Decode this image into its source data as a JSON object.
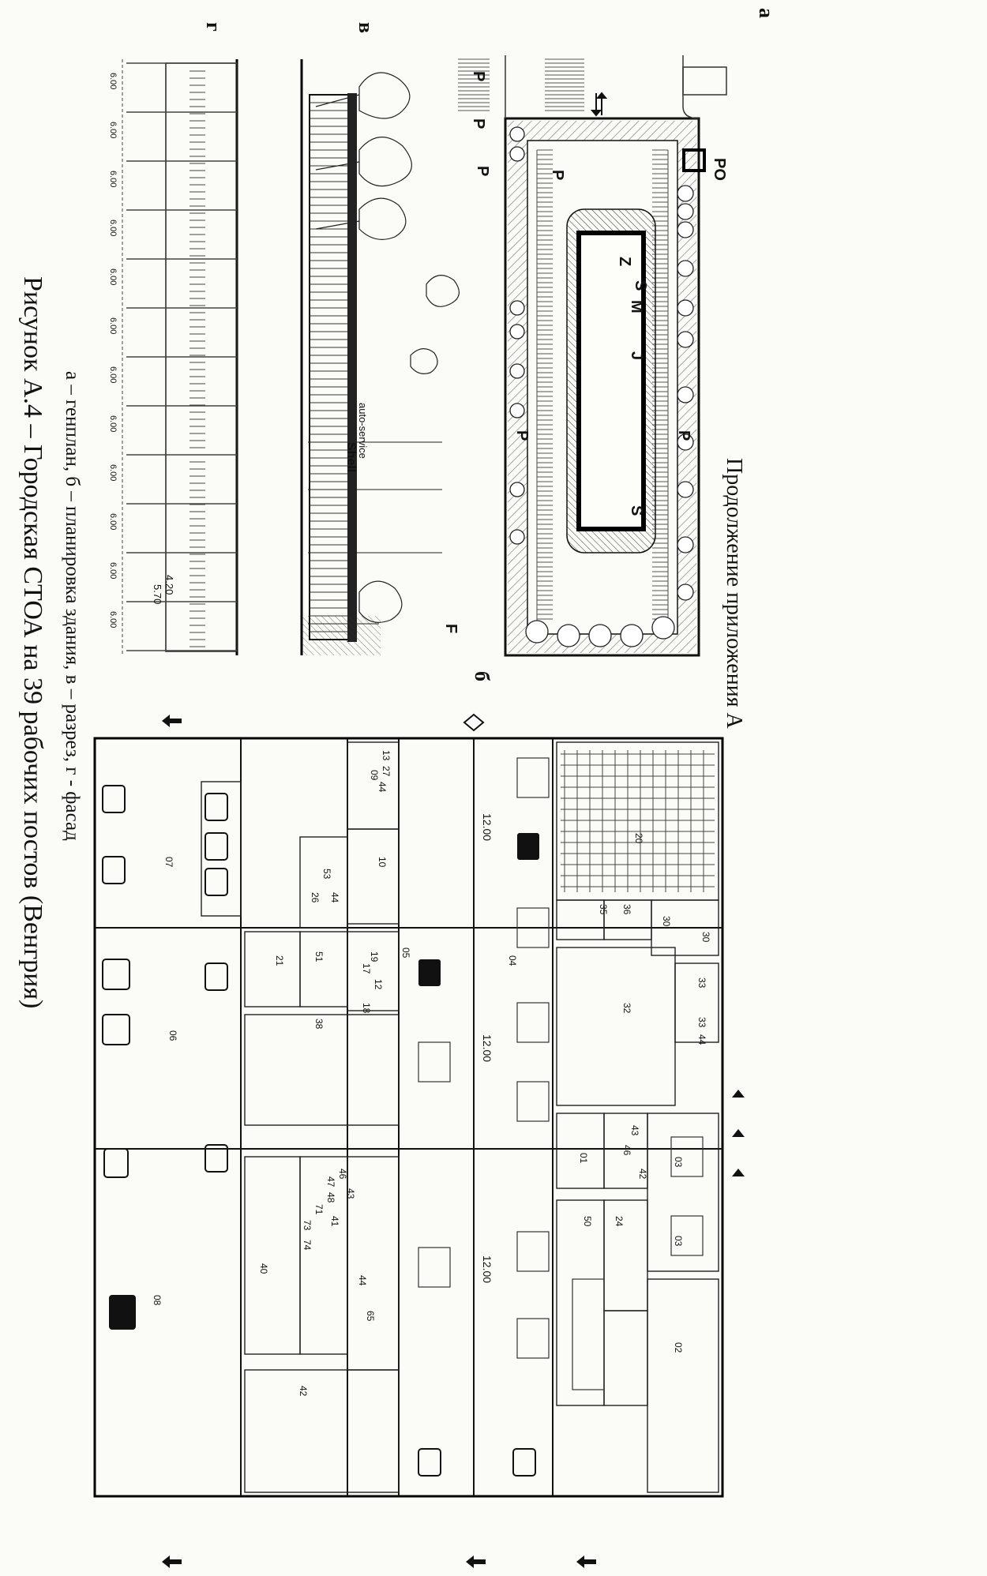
{
  "page": {
    "heading": "Продолжение приложения А",
    "legend": "а – генплан, б – планировка здания, в – разрез, г - фасад",
    "caption": "Рисунок А.4 – Городская СТОА на 39 рабочих постов (Венгрия)"
  },
  "part_labels": [
    "а",
    "б",
    "в",
    "г"
  ],
  "site_plan": {
    "zone_labels": [
      "P",
      "P",
      "P",
      "P",
      "P",
      "P",
      "PO",
      "S",
      "Z",
      "M",
      "J",
      "S",
      "F"
    ]
  },
  "section": {
    "sign_text": [
      "auto-service",
      "Shell"
    ]
  },
  "facade": {
    "bay_dims": [
      "6.00",
      "6.00",
      "6.00",
      "6.00",
      "6.00",
      "6.00",
      "6.00",
      "6.00",
      "6.00",
      "6.00",
      "6.00",
      "6.00"
    ],
    "extra_dims": [
      "4.20",
      "5.70"
    ]
  },
  "floor_plan": {
    "grid_dims": [
      "12.00",
      "12.00",
      "12.00"
    ],
    "room_numbers": [
      "20",
      "35",
      "36",
      "30",
      "30",
      "32",
      "33",
      "33",
      "44",
      "01",
      "43",
      "46",
      "42",
      "50",
      "24",
      "03",
      "03",
      "02",
      "04",
      "05",
      "06",
      "07",
      "08",
      "09",
      "13",
      "27",
      "44",
      "10",
      "53",
      "44",
      "26",
      "19",
      "51",
      "12",
      "17",
      "18",
      "21",
      "38",
      "40",
      "41",
      "46",
      "47",
      "48",
      "43",
      "71",
      "73",
      "74",
      "44",
      "65",
      "42"
    ]
  }
}
